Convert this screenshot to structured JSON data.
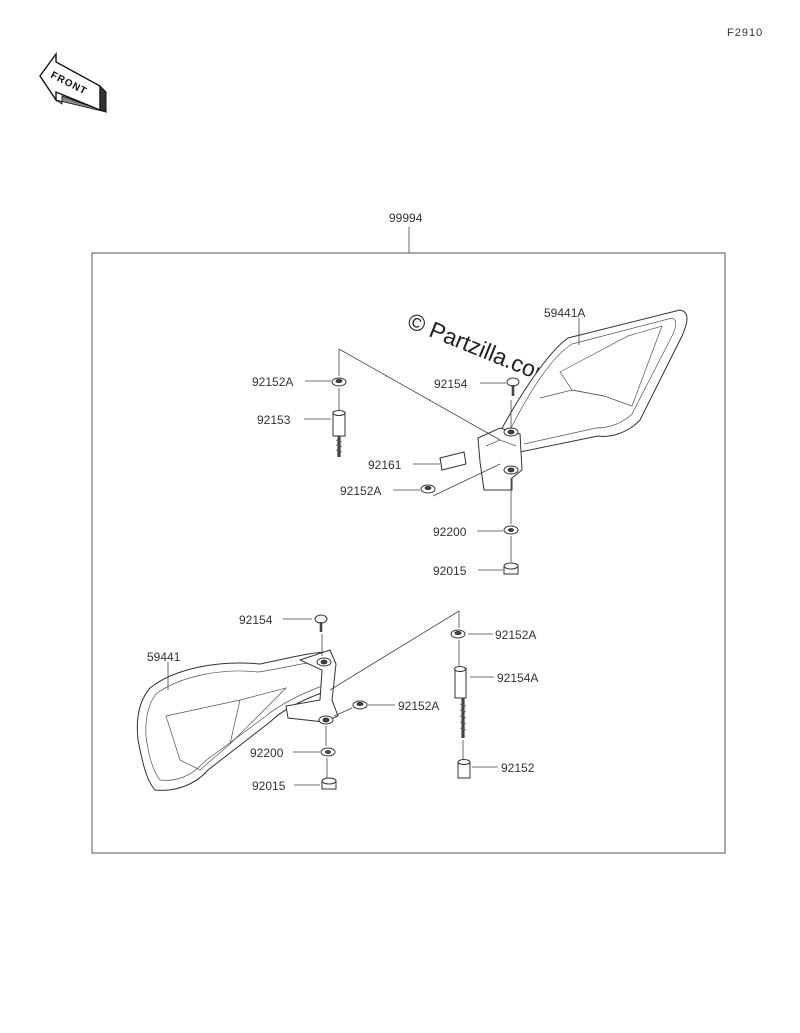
{
  "figure_code": "F2910",
  "front_badge": "FRONT",
  "watermark": "© Partzilla.com",
  "assembly": {
    "part_number": "99994"
  },
  "callouts": {
    "upper": {
      "mirror": "59441A",
      "cap_top": "92152A",
      "screw": "92154",
      "stud": "92153",
      "label_plate": "92161",
      "cap_mid": "92152A",
      "washer": "92200",
      "nut": "92015"
    },
    "lower": {
      "screw": "92154",
      "mirror": "59441",
      "cap_right": "92152A",
      "stud": "92154A",
      "cap_mid": "92152A",
      "washer": "92200",
      "nut": "92015",
      "collar": "92152"
    }
  }
}
